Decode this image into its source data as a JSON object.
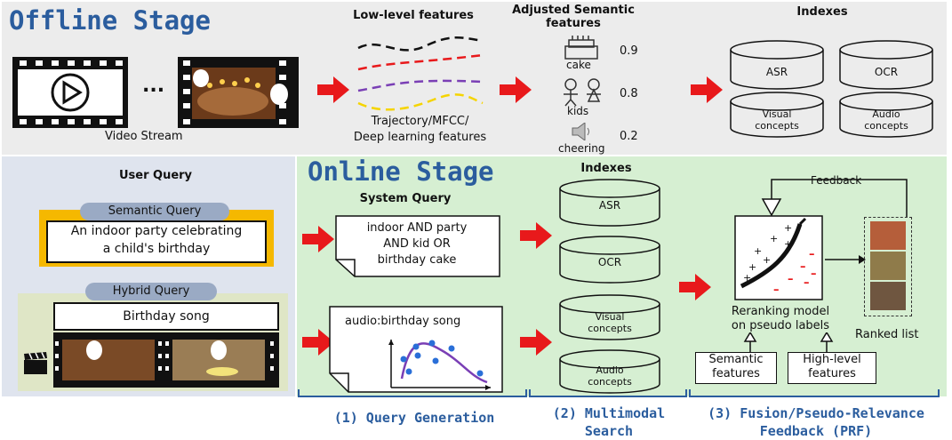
{
  "offline": {
    "title": "Offline Stage",
    "video_caption": "Video Stream",
    "dots": "...",
    "low_level_title": "Low-level features",
    "low_level_caption": "Trajectory/MFCC/\nDeep learning features",
    "semantic_title": "Adjusted Semantic\nfeatures",
    "concepts": [
      {
        "label": "cake",
        "score": "0.9"
      },
      {
        "label": "kids",
        "score": "0.8"
      },
      {
        "label": "cheering",
        "score": "0.2"
      }
    ],
    "indexes_title": "Indexes",
    "indexes": [
      "ASR",
      "OCR",
      "Visual\nconcepts",
      "Audio\nconcepts"
    ]
  },
  "user": {
    "title": "User Query",
    "semantic_label": "Semantic Query",
    "semantic_text": "An indoor party celebrating\na child's birthday",
    "hybrid_label": "Hybrid Query",
    "hybrid_text": "Birthday song"
  },
  "online": {
    "title": "Online Stage",
    "system_query_title": "System Query",
    "system_query_text": "indoor AND party\nAND kid OR\nbirthday cake",
    "audio_query_text": "audio:birthday song",
    "indexes_title": "Indexes",
    "indexes": [
      "ASR",
      "OCR",
      "Visual\nconcepts",
      "Audio\nconcepts"
    ],
    "feedback_label": "Feedback",
    "rerank_caption": "Reranking model\non pseudo labels",
    "ranked_caption": "Ranked list",
    "semantic_features": "Semantic\nfeatures",
    "highlevel_features": "High-level\nfeatures",
    "plus_marks": "+",
    "minus_marks": "–"
  },
  "steps": [
    "(1) Query Generation",
    "(2) Multimodal\nSearch",
    "(3) Fusion/Pseudo-Relevance\nFeedback (PRF)"
  ],
  "colors": {
    "arrow": "#e8191b",
    "title_blue": "#2b5d9e",
    "query_yellow": "#f5b800"
  }
}
